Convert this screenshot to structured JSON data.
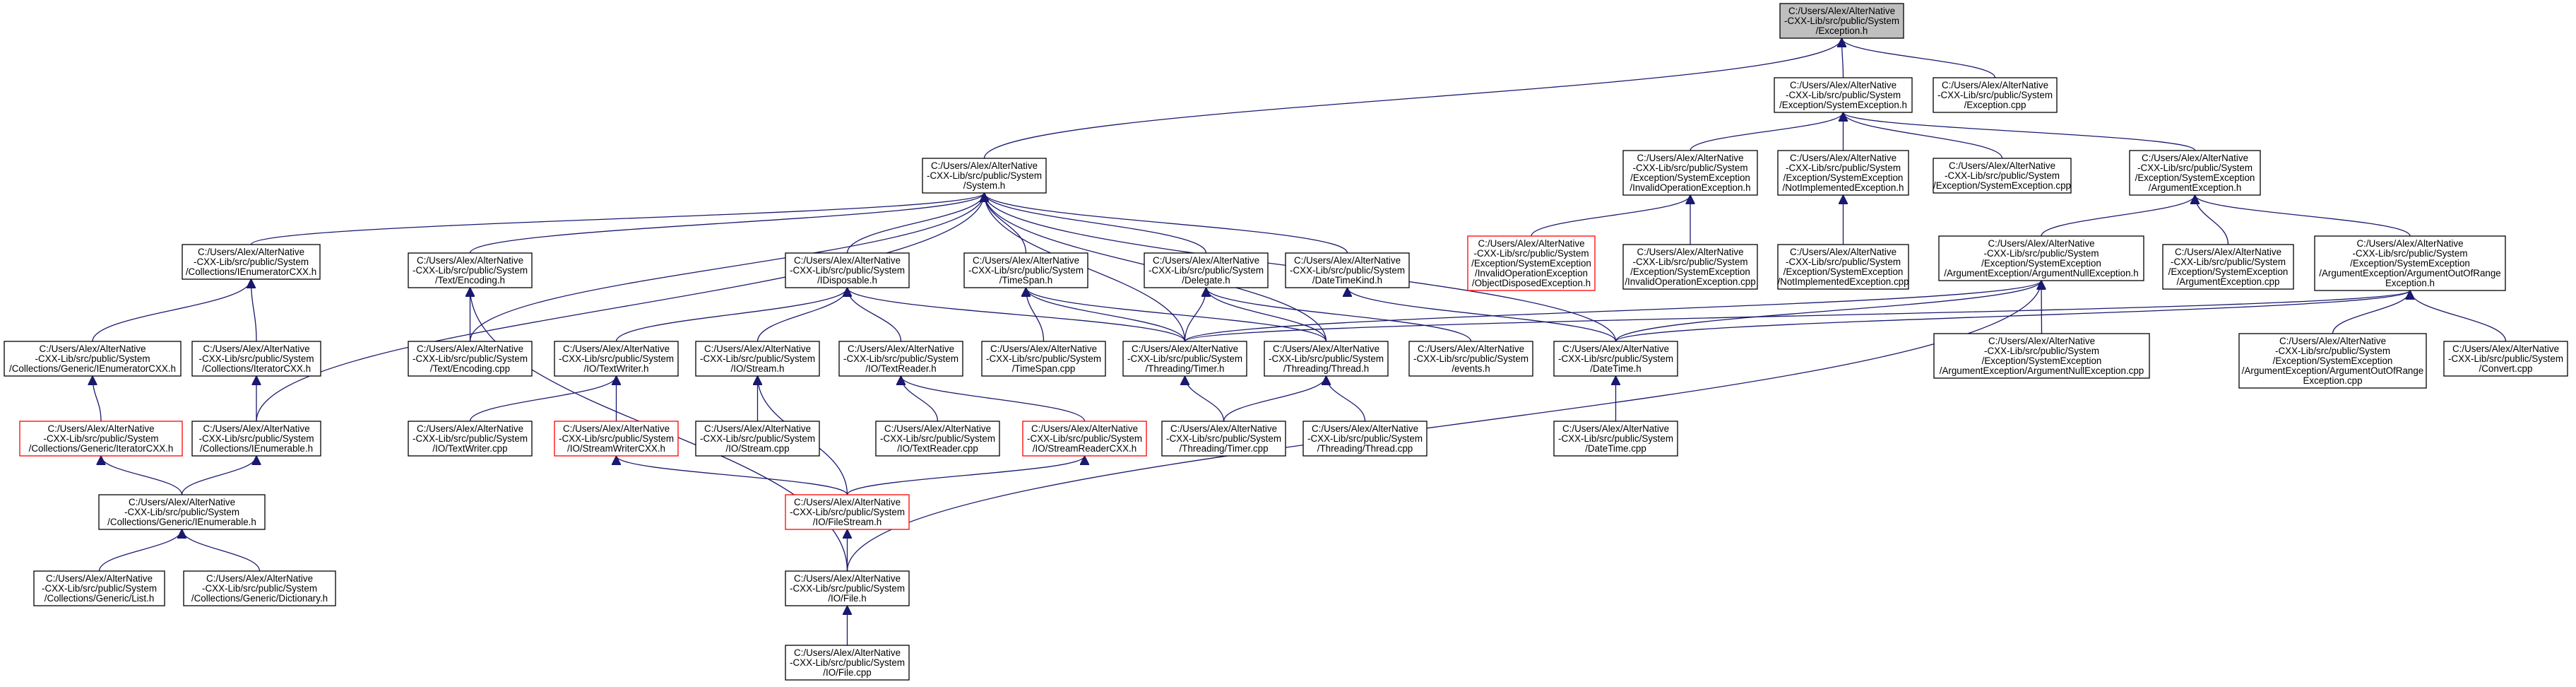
{
  "colors": {
    "edge": "#191970",
    "node_border": "#000000",
    "highlight_border": "#ff0000",
    "root_fill": "#bfbfbf",
    "node_fill": "#ffffff"
  },
  "nodes": [
    {
      "id": "exception_h",
      "lines": [
        "C:/Users/Alex/AlterNative",
        "-CXX-Lib/src/public/System",
        "/Exception.h"
      ],
      "style": "root"
    },
    {
      "id": "systemexception_h",
      "lines": [
        "C:/Users/Alex/AlterNative",
        "-CXX-Lib/src/public/System",
        "/Exception/SystemException.h"
      ],
      "style": "normal"
    },
    {
      "id": "exception_cpp",
      "lines": [
        "C:/Users/Alex/AlterNative",
        "-CXX-Lib/src/public/System",
        "/Exception.cpp"
      ],
      "style": "normal"
    },
    {
      "id": "system_h",
      "lines": [
        "C:/Users/Alex/AlterNative",
        "-CXX-Lib/src/public/System",
        "/System.h"
      ],
      "style": "normal"
    },
    {
      "id": "invalidop_h",
      "lines": [
        "C:/Users/Alex/AlterNative",
        "-CXX-Lib/src/public/System",
        "/Exception/SystemException",
        "/InvalidOperationException.h"
      ],
      "style": "normal"
    },
    {
      "id": "notimpl_h",
      "lines": [
        "C:/Users/Alex/AlterNative",
        "-CXX-Lib/src/public/System",
        "/Exception/SystemException",
        "/NotImplementedException.h"
      ],
      "style": "normal"
    },
    {
      "id": "systemexception_cpp",
      "lines": [
        "C:/Users/Alex/AlterNative",
        "-CXX-Lib/src/public/System",
        "/Exception/SystemException.cpp"
      ],
      "style": "normal"
    },
    {
      "id": "argexc_h",
      "lines": [
        "C:/Users/Alex/AlterNative",
        "-CXX-Lib/src/public/System",
        "/Exception/SystemException",
        "/ArgumentException.h"
      ],
      "style": "normal"
    },
    {
      "id": "ienumcxx_h",
      "lines": [
        "C:/Users/Alex/AlterNative",
        "-CXX-Lib/src/public/System",
        "/Collections/IEnumeratorCXX.h"
      ],
      "style": "normal"
    },
    {
      "id": "encoding_h",
      "lines": [
        "C:/Users/Alex/AlterNative",
        "-CXX-Lib/src/public/System",
        "/Text/Encoding.h"
      ],
      "style": "normal"
    },
    {
      "id": "idisposable_h",
      "lines": [
        "C:/Users/Alex/AlterNative",
        "-CXX-Lib/src/public/System",
        "/IDisposable.h"
      ],
      "style": "normal"
    },
    {
      "id": "timespan_h",
      "lines": [
        "C:/Users/Alex/AlterNative",
        "-CXX-Lib/src/public/System",
        "/TimeSpan.h"
      ],
      "style": "normal"
    },
    {
      "id": "delegate_h",
      "lines": [
        "C:/Users/Alex/AlterNative",
        "-CXX-Lib/src/public/System",
        "/Delegate.h"
      ],
      "style": "normal"
    },
    {
      "id": "datetimekind_h",
      "lines": [
        "C:/Users/Alex/AlterNative",
        "-CXX-Lib/src/public/System",
        "/DateTimeKind.h"
      ],
      "style": "normal"
    },
    {
      "id": "objdisposed_h",
      "lines": [
        "C:/Users/Alex/AlterNative",
        "-CXX-Lib/src/public/System",
        "/Exception/SystemException",
        "/InvalidOperationException",
        "/ObjectDisposedException.h"
      ],
      "style": "highlight"
    },
    {
      "id": "invalidop_cpp",
      "lines": [
        "C:/Users/Alex/AlterNative",
        "-CXX-Lib/src/public/System",
        "/Exception/SystemException",
        "/InvalidOperationException.cpp"
      ],
      "style": "normal"
    },
    {
      "id": "notimpl_cpp",
      "lines": [
        "C:/Users/Alex/AlterNative",
        "-CXX-Lib/src/public/System",
        "/Exception/SystemException",
        "/NotImplementedException.cpp"
      ],
      "style": "normal"
    },
    {
      "id": "argnull_h",
      "lines": [
        "C:/Users/Alex/AlterNative",
        "-CXX-Lib/src/public/System",
        "/Exception/SystemException",
        "/ArgumentException/ArgumentNullException.h"
      ],
      "style": "normal"
    },
    {
      "id": "argexc_cpp",
      "lines": [
        "C:/Users/Alex/AlterNative",
        "-CXX-Lib/src/public/System",
        "/Exception/SystemException",
        "/ArgumentException.cpp"
      ],
      "style": "normal"
    },
    {
      "id": "argoor_h",
      "lines": [
        "C:/Users/Alex/AlterNative",
        "-CXX-Lib/src/public/System",
        "/Exception/SystemException",
        "/ArgumentException/ArgumentOutOfRange",
        "Exception.h"
      ],
      "style": "normal"
    },
    {
      "id": "genienumcxx_h",
      "lines": [
        "C:/Users/Alex/AlterNative",
        "-CXX-Lib/src/public/System",
        "/Collections/Generic/IEnumeratorCXX.h"
      ],
      "style": "normal"
    },
    {
      "id": "iteratorcxx_h",
      "lines": [
        "C:/Users/Alex/AlterNative",
        "-CXX-Lib/src/public/System",
        "/Collections/IteratorCXX.h"
      ],
      "style": "normal"
    },
    {
      "id": "encoding_cpp",
      "lines": [
        "C:/Users/Alex/AlterNative",
        "-CXX-Lib/src/public/System",
        "/Text/Encoding.cpp"
      ],
      "style": "normal"
    },
    {
      "id": "textwriter_h",
      "lines": [
        "C:/Users/Alex/AlterNative",
        "-CXX-Lib/src/public/System",
        "/IO/TextWriter.h"
      ],
      "style": "normal"
    },
    {
      "id": "stream_h",
      "lines": [
        "C:/Users/Alex/AlterNative",
        "-CXX-Lib/src/public/System",
        "/IO/Stream.h"
      ],
      "style": "normal"
    },
    {
      "id": "textreader_h",
      "lines": [
        "C:/Users/Alex/AlterNative",
        "-CXX-Lib/src/public/System",
        "/IO/TextReader.h"
      ],
      "style": "normal"
    },
    {
      "id": "timespan_cpp",
      "lines": [
        "C:/Users/Alex/AlterNative",
        "-CXX-Lib/src/public/System",
        "/TimeSpan.cpp"
      ],
      "style": "normal"
    },
    {
      "id": "timer_h",
      "lines": [
        "C:/Users/Alex/AlterNative",
        "-CXX-Lib/src/public/System",
        "/Threading/Timer.h"
      ],
      "style": "normal"
    },
    {
      "id": "thread_h",
      "lines": [
        "C:/Users/Alex/AlterNative",
        "-CXX-Lib/src/public/System",
        "/Threading/Thread.h"
      ],
      "style": "normal"
    },
    {
      "id": "events_h",
      "lines": [
        "C:/Users/Alex/AlterNative",
        "-CXX-Lib/src/public/System",
        "/events.h"
      ],
      "style": "normal"
    },
    {
      "id": "datetime_h",
      "lines": [
        "C:/Users/Alex/AlterNative",
        "-CXX-Lib/src/public/System",
        "/DateTime.h"
      ],
      "style": "normal"
    },
    {
      "id": "argnull_cpp",
      "lines": [
        "C:/Users/Alex/AlterNative",
        "-CXX-Lib/src/public/System",
        "/Exception/SystemException",
        "/ArgumentException/ArgumentNullException.cpp"
      ],
      "style": "normal"
    },
    {
      "id": "argoor_cpp",
      "lines": [
        "C:/Users/Alex/AlterNative",
        "-CXX-Lib/src/public/System",
        "/Exception/SystemException",
        "/ArgumentException/ArgumentOutOfRange",
        "Exception.cpp"
      ],
      "style": "normal"
    },
    {
      "id": "convert_cpp",
      "lines": [
        "C:/Users/Alex/AlterNative",
        "-CXX-Lib/src/public/System",
        "/Convert.cpp"
      ],
      "style": "normal"
    },
    {
      "id": "geniterator_h",
      "lines": [
        "C:/Users/Alex/AlterNative",
        "-CXX-Lib/src/public/System",
        "/Collections/Generic/IteratorCXX.h"
      ],
      "style": "highlight"
    },
    {
      "id": "ienumerable_h",
      "lines": [
        "C:/Users/Alex/AlterNative",
        "-CXX-Lib/src/public/System",
        "/Collections/IEnumerable.h"
      ],
      "style": "normal"
    },
    {
      "id": "textwriter_cpp",
      "lines": [
        "C:/Users/Alex/AlterNative",
        "-CXX-Lib/src/public/System",
        "/IO/TextWriter.cpp"
      ],
      "style": "normal"
    },
    {
      "id": "streamwriter_h",
      "lines": [
        "C:/Users/Alex/AlterNative",
        "-CXX-Lib/src/public/System",
        "/IO/StreamWriterCXX.h"
      ],
      "style": "highlight"
    },
    {
      "id": "stream_cpp",
      "lines": [
        "C:/Users/Alex/AlterNative",
        "-CXX-Lib/src/public/System",
        "/IO/Stream.cpp"
      ],
      "style": "normal"
    },
    {
      "id": "textreader_cpp",
      "lines": [
        "C:/Users/Alex/AlterNative",
        "-CXX-Lib/src/public/System",
        "/IO/TextReader.cpp"
      ],
      "style": "normal"
    },
    {
      "id": "streamreader_h",
      "lines": [
        "C:/Users/Alex/AlterNative",
        "-CXX-Lib/src/public/System",
        "/IO/StreamReaderCXX.h"
      ],
      "style": "highlight"
    },
    {
      "id": "timer_cpp",
      "lines": [
        "C:/Users/Alex/AlterNative",
        "-CXX-Lib/src/public/System",
        "/Threading/Timer.cpp"
      ],
      "style": "normal"
    },
    {
      "id": "thread_cpp",
      "lines": [
        "C:/Users/Alex/AlterNative",
        "-CXX-Lib/src/public/System",
        "/Threading/Thread.cpp"
      ],
      "style": "normal"
    },
    {
      "id": "datetime_cpp",
      "lines": [
        "C:/Users/Alex/AlterNative",
        "-CXX-Lib/src/public/System",
        "/DateTime.cpp"
      ],
      "style": "normal"
    },
    {
      "id": "genienumerable_h",
      "lines": [
        "C:/Users/Alex/AlterNative",
        "-CXX-Lib/src/public/System",
        "/Collections/Generic/IEnumerable.h"
      ],
      "style": "normal"
    },
    {
      "id": "filestream_h",
      "lines": [
        "C:/Users/Alex/AlterNative",
        "-CXX-Lib/src/public/System",
        "/IO/FileStream.h"
      ],
      "style": "highlight"
    },
    {
      "id": "genlist_h",
      "lines": [
        "C:/Users/Alex/AlterNative",
        "-CXX-Lib/src/public/System",
        "/Collections/Generic/List.h"
      ],
      "style": "normal"
    },
    {
      "id": "gendict_h",
      "lines": [
        "C:/Users/Alex/AlterNative",
        "-CXX-Lib/src/public/System",
        "/Collections/Generic/Dictionary.h"
      ],
      "style": "normal"
    },
    {
      "id": "file_h",
      "lines": [
        "C:/Users/Alex/AlterNative",
        "-CXX-Lib/src/public/System",
        "/IO/File.h"
      ],
      "style": "normal"
    },
    {
      "id": "file_cpp",
      "lines": [
        "C:/Users/Alex/AlterNative",
        "-CXX-Lib/src/public/System",
        "/IO/File.cpp"
      ],
      "style": "normal"
    }
  ],
  "edges": [
    [
      "systemexception_h",
      "exception_h"
    ],
    [
      "exception_cpp",
      "exception_h"
    ],
    [
      "system_h",
      "exception_h"
    ],
    [
      "invalidop_h",
      "systemexception_h"
    ],
    [
      "notimpl_h",
      "systemexception_h"
    ],
    [
      "systemexception_cpp",
      "systemexception_h"
    ],
    [
      "argexc_h",
      "systemexception_h"
    ],
    [
      "ienumcxx_h",
      "system_h"
    ],
    [
      "encoding_h",
      "system_h"
    ],
    [
      "idisposable_h",
      "system_h"
    ],
    [
      "timespan_h",
      "system_h"
    ],
    [
      "delegate_h",
      "system_h"
    ],
    [
      "datetimekind_h",
      "system_h"
    ],
    [
      "encoding_cpp",
      "system_h"
    ],
    [
      "timer_h",
      "system_h"
    ],
    [
      "thread_h",
      "system_h"
    ],
    [
      "datetime_h",
      "system_h"
    ],
    [
      "ienumerable_h",
      "system_h"
    ],
    [
      "objdisposed_h",
      "invalidop_h"
    ],
    [
      "invalidop_cpp",
      "invalidop_h"
    ],
    [
      "notimpl_cpp",
      "notimpl_h"
    ],
    [
      "argnull_h",
      "argexc_h"
    ],
    [
      "argexc_cpp",
      "argexc_h"
    ],
    [
      "argoor_h",
      "argexc_h"
    ],
    [
      "genienumcxx_h",
      "ienumcxx_h"
    ],
    [
      "iteratorcxx_h",
      "ienumcxx_h"
    ],
    [
      "encoding_cpp",
      "encoding_h"
    ],
    [
      "file_h",
      "encoding_h"
    ],
    [
      "textwriter_h",
      "idisposable_h"
    ],
    [
      "stream_h",
      "idisposable_h"
    ],
    [
      "textreader_h",
      "idisposable_h"
    ],
    [
      "timer_h",
      "idisposable_h"
    ],
    [
      "timespan_cpp",
      "timespan_h"
    ],
    [
      "timer_h",
      "timespan_h"
    ],
    [
      "thread_h",
      "timespan_h"
    ],
    [
      "timer_h",
      "delegate_h"
    ],
    [
      "thread_h",
      "delegate_h"
    ],
    [
      "events_h",
      "delegate_h"
    ],
    [
      "datetime_h",
      "datetimekind_h"
    ],
    [
      "timer_h",
      "argnull_h"
    ],
    [
      "datetime_h",
      "argnull_h"
    ],
    [
      "argnull_cpp",
      "argnull_h"
    ],
    [
      "file_h",
      "argnull_h"
    ],
    [
      "timer_h",
      "argoor_h"
    ],
    [
      "datetime_h",
      "argoor_h"
    ],
    [
      "argoor_cpp",
      "argoor_h"
    ],
    [
      "convert_cpp",
      "argoor_h"
    ],
    [
      "geniterator_h",
      "genienumcxx_h"
    ],
    [
      "ienumerable_h",
      "iteratorcxx_h"
    ],
    [
      "textwriter_cpp",
      "textwriter_h"
    ],
    [
      "streamwriter_h",
      "textwriter_h"
    ],
    [
      "stream_cpp",
      "stream_h"
    ],
    [
      "filestream_h",
      "stream_h"
    ],
    [
      "textreader_cpp",
      "textreader_h"
    ],
    [
      "streamreader_h",
      "textreader_h"
    ],
    [
      "timer_cpp",
      "timer_h"
    ],
    [
      "timer_cpp",
      "thread_h"
    ],
    [
      "thread_cpp",
      "thread_h"
    ],
    [
      "datetime_cpp",
      "datetime_h"
    ],
    [
      "genienumerable_h",
      "geniterator_h"
    ],
    [
      "genienumerable_h",
      "ienumerable_h"
    ],
    [
      "filestream_h",
      "streamwriter_h"
    ],
    [
      "filestream_h",
      "streamreader_h"
    ],
    [
      "genlist_h",
      "genienumerable_h"
    ],
    [
      "gendict_h",
      "genienumerable_h"
    ],
    [
      "file_h",
      "filestream_h"
    ],
    [
      "file_cpp",
      "file_h"
    ]
  ]
}
